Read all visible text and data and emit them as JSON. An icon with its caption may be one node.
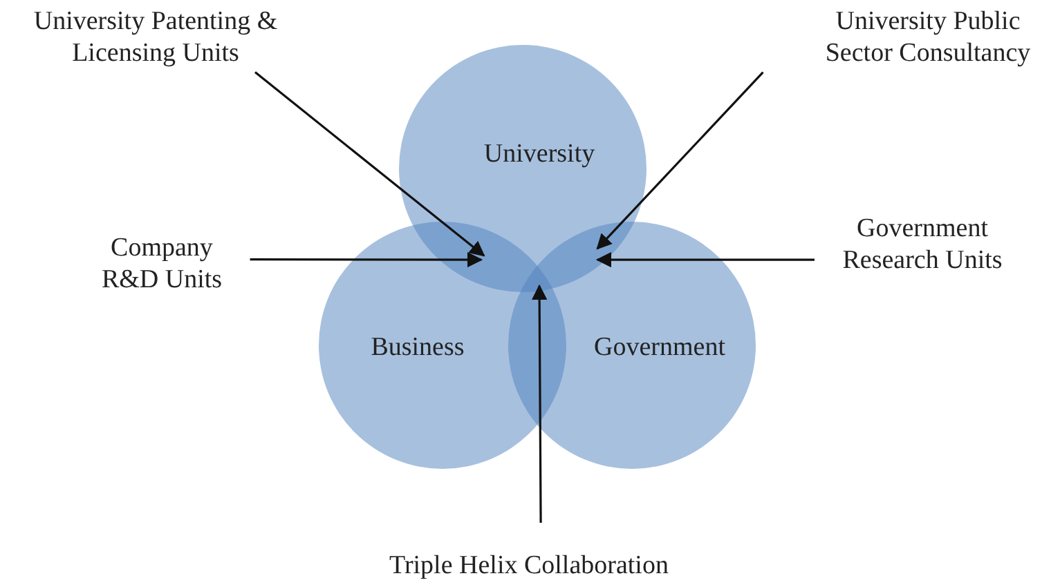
{
  "diagram": {
    "nodes": [
      {
        "text": [
          "University"
        ]
      },
      {
        "text": [
          "Business"
        ]
      },
      {
        "text": [
          "Government"
        ]
      },
      {
        "text": [
          "University Patenting & Licensing Units"
        ]
      },
      {
        "text": [
          "University Public Sector Consultancy"
        ]
      },
      {
        "text": [
          "Company R&D Units"
        ]
      },
      {
        "text": [
          "Government Research Units"
        ]
      },
      {
        "text": [
          "Triple Helix Collaboration"
        ]
      }
    ],
    "edges": [
      {
        "from": 3,
        "to": 0,
        "arrow": "to"
      },
      {
        "from": 4,
        "to": 0,
        "arrow": "to"
      },
      {
        "from": 5,
        "to": 0,
        "arrow": "to"
      },
      {
        "from": 6,
        "to": 0,
        "arrow": "to"
      },
      {
        "from": 7,
        "to": 1,
        "arrow": "to"
      }
    ]
  }
}
